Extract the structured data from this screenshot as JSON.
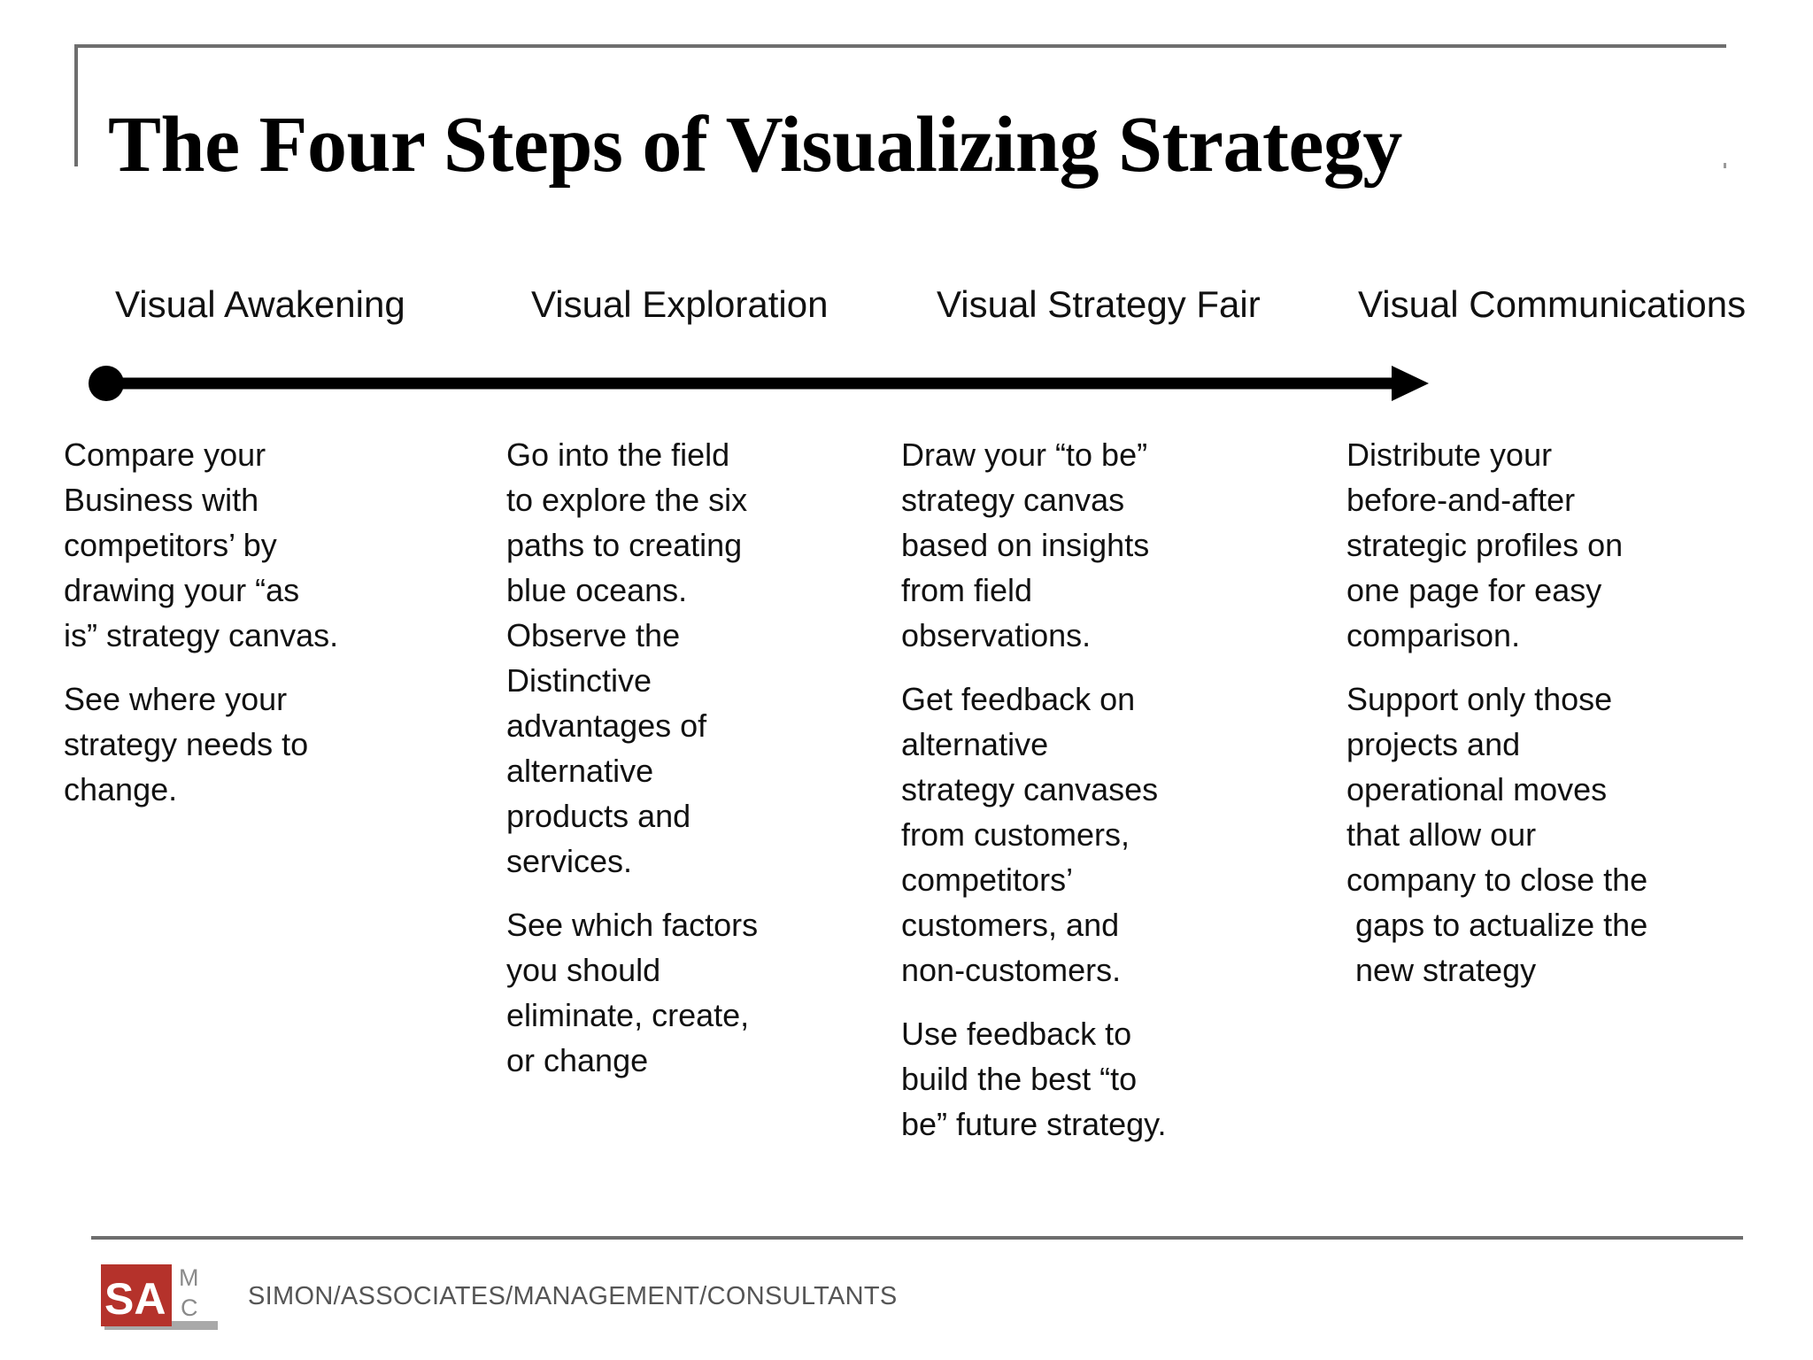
{
  "title": "The Four Steps of Visualizing Strategy",
  "colors": {
    "frame": "#6e6e6e",
    "timeline": "#000000",
    "logo_red": "#b5322b",
    "logo_gray": "#a9a9a9",
    "footer_text": "#555555"
  },
  "steps": [
    {
      "heading": "Visual Awakening",
      "paragraphs": [
        "Compare your\nBusiness with\ncompetitors’ by\ndrawing your “as\nis” strategy canvas.",
        "See where your\nstrategy needs to\nchange."
      ]
    },
    {
      "heading": "Visual Exploration",
      "paragraphs": [
        "Go into the field\nto explore the six\npaths to creating\nblue oceans.",
        "Observe the\nDistinctive\nadvantages of\nalternative\nproducts and\nservices.",
        "See which factors\nyou should\neliminate, create,\nor change"
      ]
    },
    {
      "heading": "Visual Strategy Fair",
      "paragraphs": [
        "Draw your “to be”\nstrategy canvas\nbased on insights\nfrom field\nobservations.",
        "Get feedback on\nalternative\nstrategy canvases\nfrom customers,\ncompetitors’\ncustomers, and\nnon-customers.",
        "Use feedback to\nbuild the best “to\nbe” future strategy."
      ]
    },
    {
      "heading": "Visual Communications",
      "paragraphs": [
        "Distribute your\nbefore-and-after\nstrategic profiles on\none page for easy\ncomparison.",
        "Support only those\nprojects and\noperational moves\nthat allow our\ncompany to close the\n gaps to actualize the\n new strategy"
      ]
    }
  ],
  "footer": {
    "logo_letters_main": "SA",
    "logo_letters_m": "M",
    "logo_letters_c": "C",
    "company": "SIMON/ASSOCIATES/MANAGEMENT/CONSULTANTS"
  }
}
